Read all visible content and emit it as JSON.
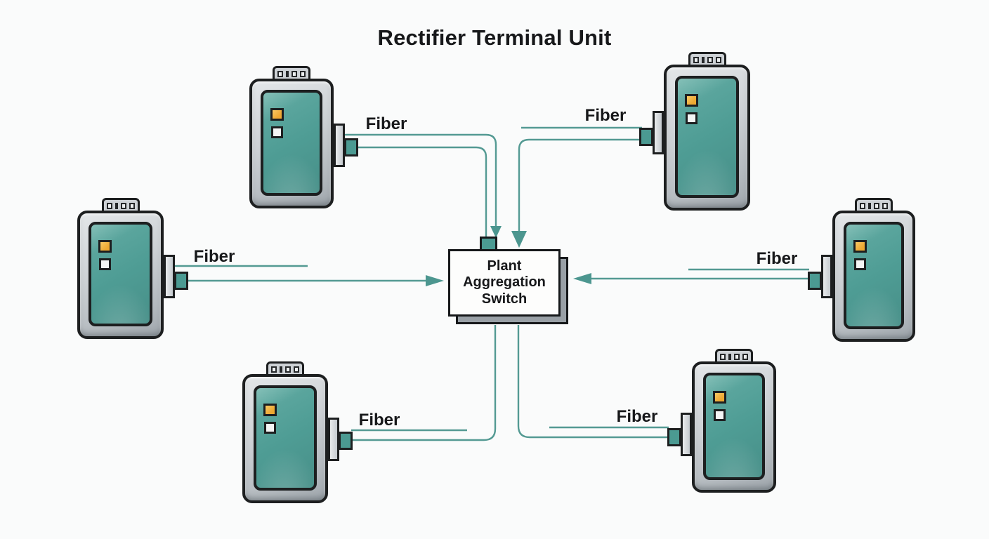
{
  "title": "Rectifier Terminal Unit",
  "switch": {
    "lines": [
      "Plant",
      "Aggregation",
      "Switch"
    ]
  },
  "connections": [
    {
      "id": "top-left",
      "label": "Fiber"
    },
    {
      "id": "top-right",
      "label": "Fiber"
    },
    {
      "id": "mid-left",
      "label": "Fiber"
    },
    {
      "id": "mid-right",
      "label": "Fiber"
    },
    {
      "id": "bottom-left",
      "label": "Fiber"
    },
    {
      "id": "bottom-right",
      "label": "Fiber"
    }
  ],
  "devices": [
    {
      "id": "rtu-top-left",
      "leds": [
        "amber",
        "white"
      ]
    },
    {
      "id": "rtu-top-right",
      "leds": [
        "amber",
        "white"
      ]
    },
    {
      "id": "rtu-mid-left",
      "leds": [
        "amber",
        "white"
      ]
    },
    {
      "id": "rtu-mid-right",
      "leds": [
        "amber",
        "white"
      ]
    },
    {
      "id": "rtu-bottom-left",
      "leds": [
        "amber",
        "white"
      ]
    },
    {
      "id": "rtu-bottom-right",
      "leds": [
        "amber",
        "white"
      ]
    }
  ],
  "colors": {
    "teal_panel": "#4f9d95",
    "teal_panel_light": "#85c0b8",
    "fiber_line": "#549a93",
    "arrow": "#4c968f",
    "frame_gray": "#ccd0d4",
    "frame_gray_dark": "#a0a7ad",
    "outline": "#1d1f20",
    "led_amber": "#eda832",
    "led_white": "#f4f5f5",
    "switch_fill": "#fdfdfc",
    "switch_shadow": "#99a0a6",
    "background": "#fafbfb",
    "text": "#17181a"
  }
}
